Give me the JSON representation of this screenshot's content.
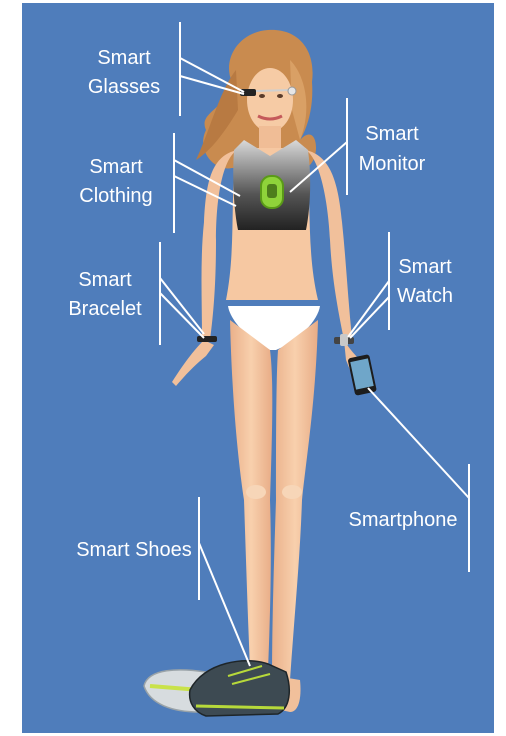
{
  "labels": {
    "smart_glasses": [
      "Smart",
      "Glasses"
    ],
    "smart_monitor": [
      "Smart",
      "Monitor"
    ],
    "smart_clothing": [
      "Smart",
      "Clothing"
    ],
    "smart_bracelet": [
      "Smart",
      "Bracelet"
    ],
    "smart_watch": [
      "Smart",
      "Watch"
    ],
    "smartphone": "Smartphone",
    "smart_shoes": "Smart Shoes"
  },
  "colors": {
    "background": "#4f7dbb",
    "skin": "#f4c29a",
    "hair": "#c98b4f",
    "underwear": "#ffffff",
    "top": "#4a4a4a",
    "monitor": "#8fd33a",
    "leader_line": "#ffffff"
  }
}
